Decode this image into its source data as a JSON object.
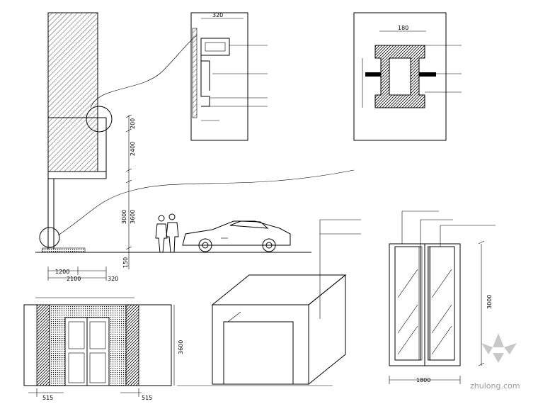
{
  "dims": {
    "d200": "200",
    "d2400": "2400",
    "d3000": "3000",
    "d3600": "3600",
    "d150": "150",
    "d1200": "1200",
    "d2100": "2100",
    "d320": "320",
    "d3600b": "3600",
    "d515a": "515",
    "d515b": "515",
    "d3000b": "3000",
    "d1800": "1800",
    "detail1_width": "320",
    "detail2_width": "180"
  },
  "watermark": {
    "site": "zhulong.com"
  },
  "colors": {
    "line": "#000000",
    "hatch": "#000000",
    "watermark": "#9a9a9a"
  }
}
